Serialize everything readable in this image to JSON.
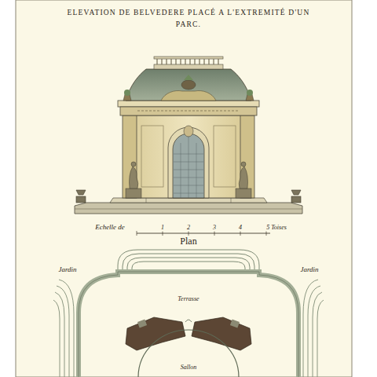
{
  "diagram": {
    "title": "ELEVATION DE BELVEDERE PLACÉ A L'EXTREMITÉ D'UN PARC.",
    "labels": [
      "Echelle de",
      "1",
      "2",
      "3",
      "4",
      "5 Toises",
      "Plan",
      "Jardin",
      "Jardin",
      "Terrasse",
      "Sallon"
    ]
  }
}
